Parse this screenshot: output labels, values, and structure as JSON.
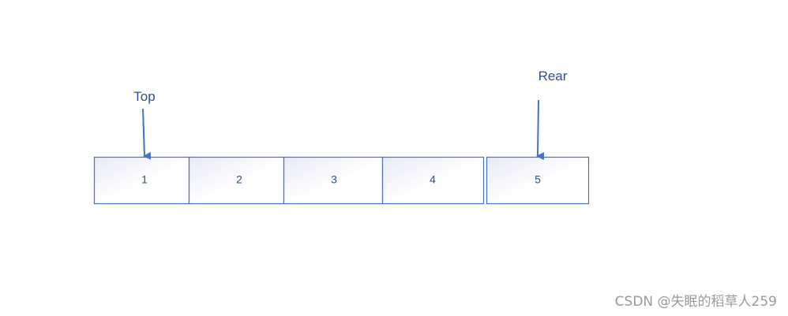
{
  "colors": {
    "accent": "#4472c4",
    "text": "#2f4f8f",
    "cell_fill_start": "#e8eaf6",
    "cell_fill_end": "#ffffff",
    "watermark": "#9a9a9a"
  },
  "queue": {
    "cells": [
      {
        "label": "1"
      },
      {
        "label": "2"
      },
      {
        "label": "3"
      },
      {
        "label": "4"
      },
      {
        "label": "5"
      }
    ],
    "pointers": {
      "top": {
        "label": "Top",
        "cell_index": 0
      },
      "rear": {
        "label": "Rear",
        "cell_index": 4
      }
    }
  },
  "watermark": {
    "text": "CSDN @失眠的稻草人259"
  }
}
